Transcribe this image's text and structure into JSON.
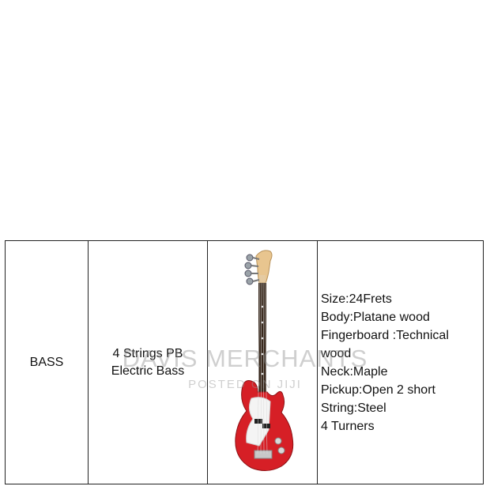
{
  "table": {
    "category": "BASS",
    "product_lines": [
      "4 Strings PB",
      "Electric Bass"
    ],
    "specs": [
      "Size:24Frets",
      "Body:Platane wood",
      "Fingerboard :Technical wood",
      "Neck:Maple",
      "Pickup:Open 2 short",
      "String:Steel",
      "4 Turners"
    ]
  },
  "image": {
    "icon": "electric-bass-guitar-icon",
    "body_color": "#d61f26",
    "neck_color": "#3a2a1e",
    "headstock_color": "#e8c58f"
  },
  "watermark": {
    "main": "DAVIS MERCHANTS",
    "sub": "POSTED ON JIJI"
  }
}
